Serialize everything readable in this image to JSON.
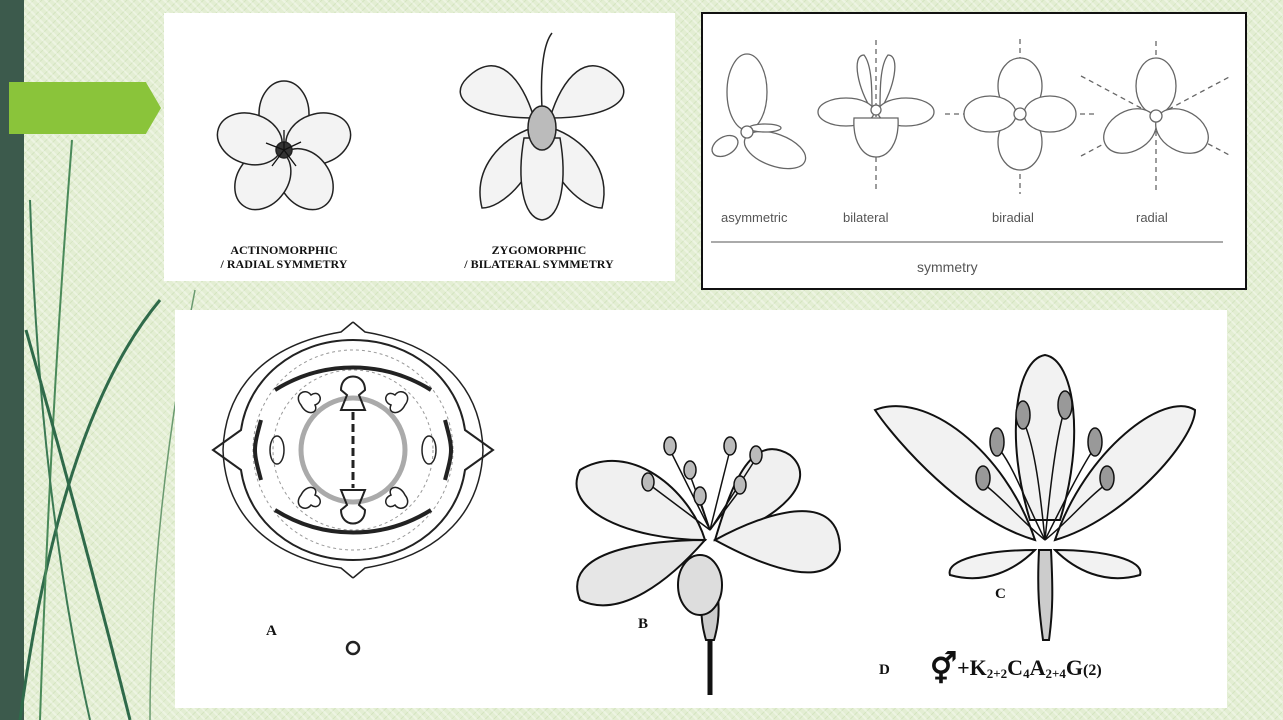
{
  "panel_top_left": {
    "captions": [
      {
        "line1": "ACTINOMORPHIC",
        "line2": "/ RADIAL SYMMETRY"
      },
      {
        "line1": "ZYGOMORPHIC",
        "line2": "/ BILATERAL  SYMMETRY"
      }
    ]
  },
  "panel_top_right": {
    "types": [
      "asymmetric",
      "bilateral",
      "biradial",
      "radial"
    ],
    "title": "symmetry"
  },
  "panel_bottom": {
    "labels": {
      "a": "A",
      "b": "B",
      "c": "C",
      "d": "D"
    },
    "formula": {
      "symbol": "⚥",
      "prefix": "+K",
      "k_sub": "2+2",
      "c": "C",
      "c_sub": "4",
      "a": "A",
      "a_sub": "2+4",
      "g": "G",
      "g_sub": "(2)"
    }
  },
  "colors": {
    "accent_green": "#8ac43a",
    "dark_bar": "#3c5a4c"
  }
}
